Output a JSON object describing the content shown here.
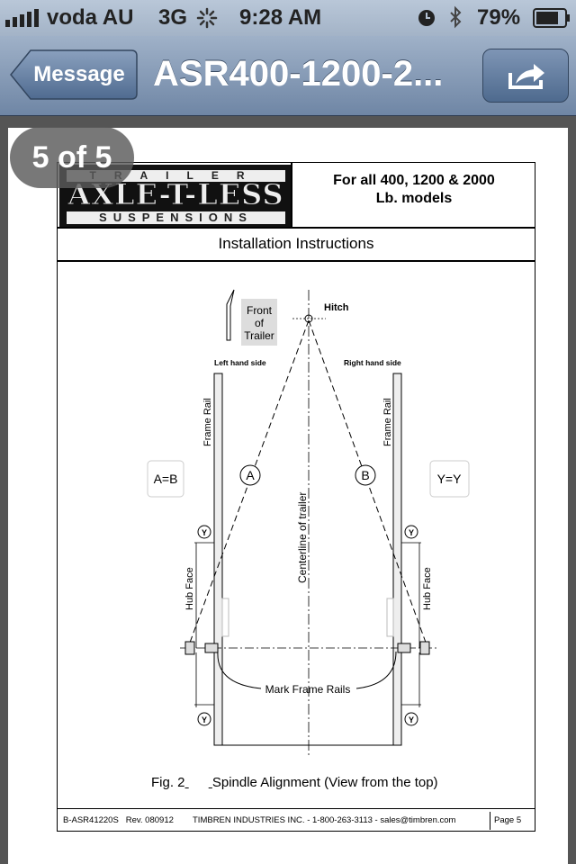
{
  "status_bar": {
    "carrier": "voda AU",
    "network": "3G",
    "time": "9:28 AM",
    "battery": "79%"
  },
  "nav": {
    "back_label": "Message",
    "title": "ASR400-1200-2..."
  },
  "page_counter": "5 of 5",
  "document": {
    "logo": {
      "top": "TRAILER",
      "main": "AXLE-T-LESS",
      "bottom": "SUSPENSIONS"
    },
    "models": "For all 400, 1200 & 2000 Lb. models",
    "instructions_title": "Installation Instructions",
    "diagram": {
      "front_label": "Front of Trailer",
      "hitch": "Hitch",
      "left_side": "Left hand side",
      "right_side": "Right hand side",
      "frame_rail": "Frame Rail",
      "centerline": "Centerline of trailer",
      "label_a": "A",
      "label_b": "B",
      "a_eq_b": "A=B",
      "y_eq_y": "Y=Y",
      "y_marker": "Y",
      "hub_face": "Hub Face",
      "mark_frame_rails": "Mark Frame Rails"
    },
    "fig_number": "Fig. 2",
    "fig_title": "Spindle Alignment  (View from the top)",
    "footer": {
      "doc_id": "B-ASR41220S",
      "rev": "Rev. 080912",
      "company": "TIMBREN INDUSTRIES INC. -  1-800-263-3113  -  sales@timbren.com",
      "page": "Page   5"
    }
  }
}
